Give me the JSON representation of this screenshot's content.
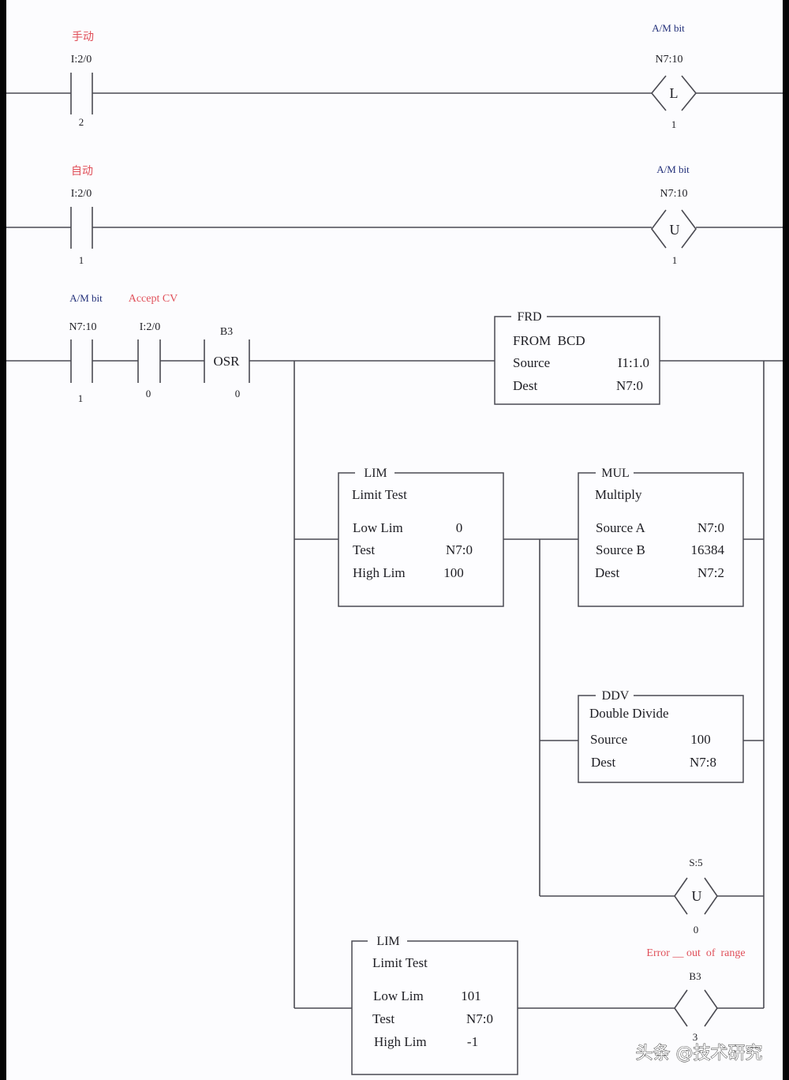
{
  "rungs": [
    {
      "contacts": [
        {
          "name": "manual-contact",
          "comment": "手动",
          "address": "I:2/0",
          "bit": "2",
          "type": "XIC"
        }
      ],
      "output": {
        "name": "latch-coil",
        "comment": "A/M bit",
        "address": "N7:10",
        "letter": "L",
        "bit": "1"
      }
    },
    {
      "contacts": [
        {
          "name": "auto-contact",
          "comment": "自动",
          "address": "I:2/0",
          "bit": "1",
          "type": "XIC"
        }
      ],
      "output": {
        "name": "unlatch-coil",
        "comment": "A/M bit",
        "address": "N7:10",
        "letter": "U",
        "bit": "1"
      }
    },
    {
      "contacts": [
        {
          "name": "am-bit-contact",
          "comment": "A/M bit",
          "address": "N7:10",
          "bit": "1",
          "type": "XIC"
        },
        {
          "name": "accept-cv-contact",
          "comment": "Accept CV",
          "address": "I:2/0",
          "bit": "0",
          "type": "XIC"
        },
        {
          "name": "osr-instruction",
          "address": "B3",
          "label": "OSR",
          "bit": "0",
          "type": "OSR"
        }
      ],
      "blocks": {
        "frd": {
          "mnemonic": "FRD",
          "title": "FROM  BCD",
          "rows": [
            {
              "label": "Source",
              "value": "I1:1.0"
            },
            {
              "label": "Dest",
              "value": "N7:0"
            }
          ]
        },
        "lim1": {
          "mnemonic": "LIM",
          "title": "Limit Test",
          "rows": [
            {
              "label": "Low Lim",
              "value": "0"
            },
            {
              "label": "Test",
              "value": "N7:0"
            },
            {
              "label": "High Lim",
              "value": "100"
            }
          ]
        },
        "mul": {
          "mnemonic": "MUL",
          "title": "Multiply",
          "rows": [
            {
              "label": "Source A",
              "value": "N7:0"
            },
            {
              "label": "Source B",
              "value": "16384"
            },
            {
              "label": "Dest",
              "value": "N7:2"
            }
          ]
        },
        "ddv": {
          "mnemonic": "DDV",
          "title": "Double Divide",
          "rows": [
            {
              "label": "Source",
              "value": "100"
            },
            {
              "label": "Dest",
              "value": "N7:8"
            }
          ]
        },
        "lim2": {
          "mnemonic": "LIM",
          "title": "Limit Test",
          "rows": [
            {
              "label": "Low Lim",
              "value": "101"
            },
            {
              "label": "Test",
              "value": "N7:0"
            },
            {
              "label": "High Lim",
              "value": "-1"
            }
          ]
        }
      },
      "coils": {
        "s5": {
          "address": "S:5",
          "letter": "U",
          "bit": "0"
        },
        "b3": {
          "comment": "Error __ out  of  range",
          "address": "B3",
          "letter": "",
          "bit": "3"
        }
      }
    }
  ],
  "watermark": "头条 @技术研究",
  "colors": {
    "wire": "#4a4a52",
    "comment_blue": "#23307a",
    "comment_red": "#e0505a",
    "text": "#1e1e24"
  }
}
